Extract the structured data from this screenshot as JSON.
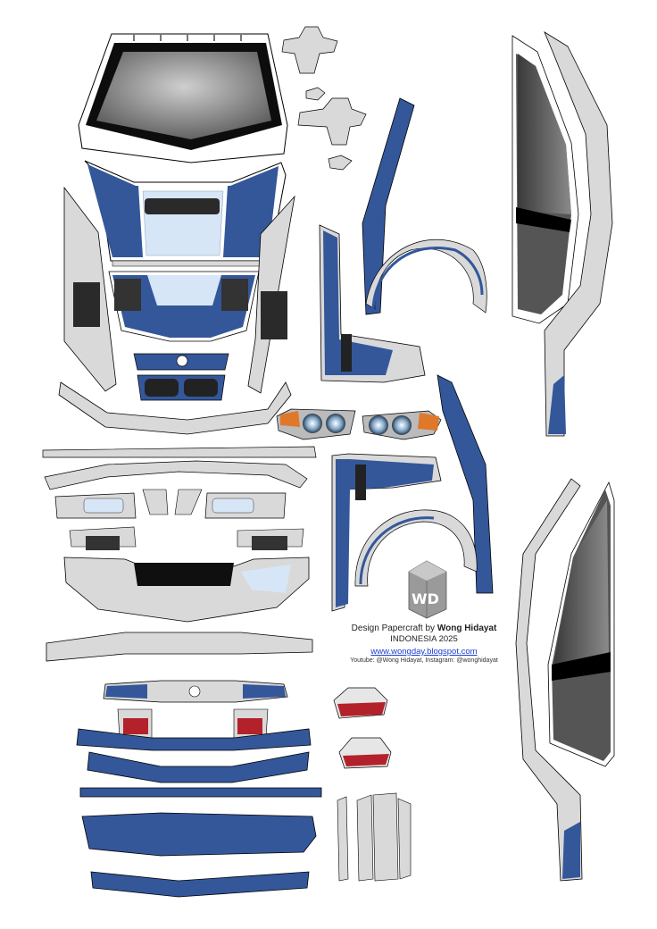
{
  "credits": {
    "prefix": "Design Papercraft by ",
    "author": "Wong Hidayat",
    "country_year": "INDONESIA 2025",
    "website": "www.wongday.blogspot.com",
    "social": "Youtube: @Wong Hidayat, Instagram: @wonghidayat"
  },
  "logo": {
    "letters": "WD",
    "box_color": "#9a9a9a"
  },
  "colors": {
    "body_blue": "#34579a",
    "panel_grey": "#d9d9d9",
    "glass_dark": "#555555",
    "grille_black": "#1a1a1a",
    "light_blue": "#d7e6f7",
    "taillight_red": "#b3222b",
    "indicator_orange": "#e0782a"
  },
  "parts": [
    "windshield",
    "roof-small-parts",
    "hood",
    "front-fenders",
    "front-bumper-top",
    "kidney-grille",
    "side-skirt-right",
    "headlights",
    "front-bumper",
    "fender-arches",
    "side-skirt-left",
    "trunk-lid",
    "taillights",
    "rear-bumper",
    "rear-valance",
    "mirror-parts"
  ]
}
